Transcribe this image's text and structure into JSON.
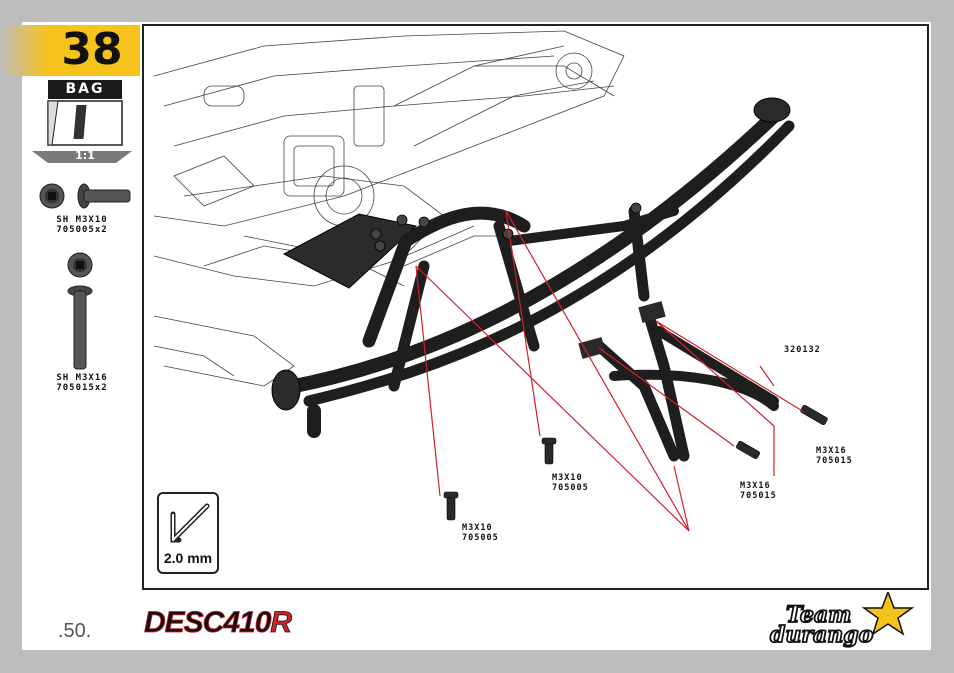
{
  "step": {
    "number": "38"
  },
  "bag": {
    "label": "BAG",
    "scale": "1:1"
  },
  "hardware": [
    {
      "name": "SH M3X10",
      "code": "705005x2"
    },
    {
      "name": "SH M3X16",
      "code": "705015x2"
    }
  ],
  "callouts": [
    {
      "name": "M3X10",
      "code": "705005"
    },
    {
      "name": "M3X10",
      "code": "705005"
    },
    {
      "name": "M3X16",
      "code": "705015"
    },
    {
      "name": "M3X16",
      "code": "705015"
    },
    {
      "part": "320132"
    }
  ],
  "tool": {
    "size": "2.0 mm",
    "icon": "hex-key-icon"
  },
  "footer": {
    "page": ".50.",
    "brand": "DESC410R",
    "brand_prefix": "DESC",
    "brand_model": "410",
    "brand_suffix": "R",
    "team_logo": [
      "Team",
      "durango"
    ]
  },
  "colors": {
    "accent": "#f6c21c",
    "leader_lines": "#d0202a",
    "frame": "#222222",
    "background": "#bdbdbd",
    "brand_red": "#d0202a"
  }
}
